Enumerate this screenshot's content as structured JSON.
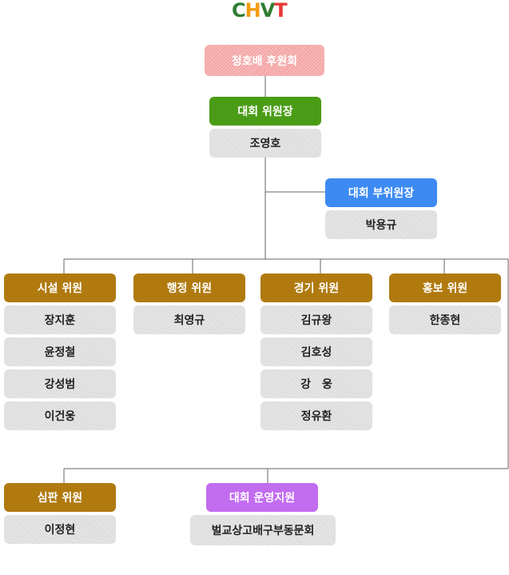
{
  "logo": {
    "letters": [
      "C",
      "H",
      "V",
      "T"
    ],
    "colors": [
      "#2e7d32",
      "#f39c12",
      "#2e7d32",
      "#e53935"
    ]
  },
  "colors": {
    "pink": "#f4a5a5",
    "green": "#4a9c16",
    "blue": "#3d8bf2",
    "gold": "#b07a0f",
    "purple": "#c26cf0",
    "name_bg": "#dcdcdc",
    "line": "#666666"
  },
  "org": {
    "sponsor": "청호배 후원회",
    "chair": {
      "title": "대회 위원장",
      "name": "조영호"
    },
    "vice_chair": {
      "title": "대회 부위원장",
      "name": "박용규"
    },
    "committees": [
      {
        "title": "시설 위원",
        "members": [
          "장지훈",
          "윤정철",
          "강성범",
          "이건웅"
        ]
      },
      {
        "title": "행정 위원",
        "members": [
          "최영규"
        ]
      },
      {
        "title": "경기 위원",
        "members": [
          "김규왕",
          "김호성",
          "강　웅",
          "정유환"
        ]
      },
      {
        "title": "홍보 위원",
        "members": [
          "한종현"
        ]
      }
    ],
    "referee": {
      "title": "심판 위원",
      "name": "이정현"
    },
    "support": {
      "title": "대회 운영지원",
      "name": "벌교상고배구부동문회"
    }
  }
}
